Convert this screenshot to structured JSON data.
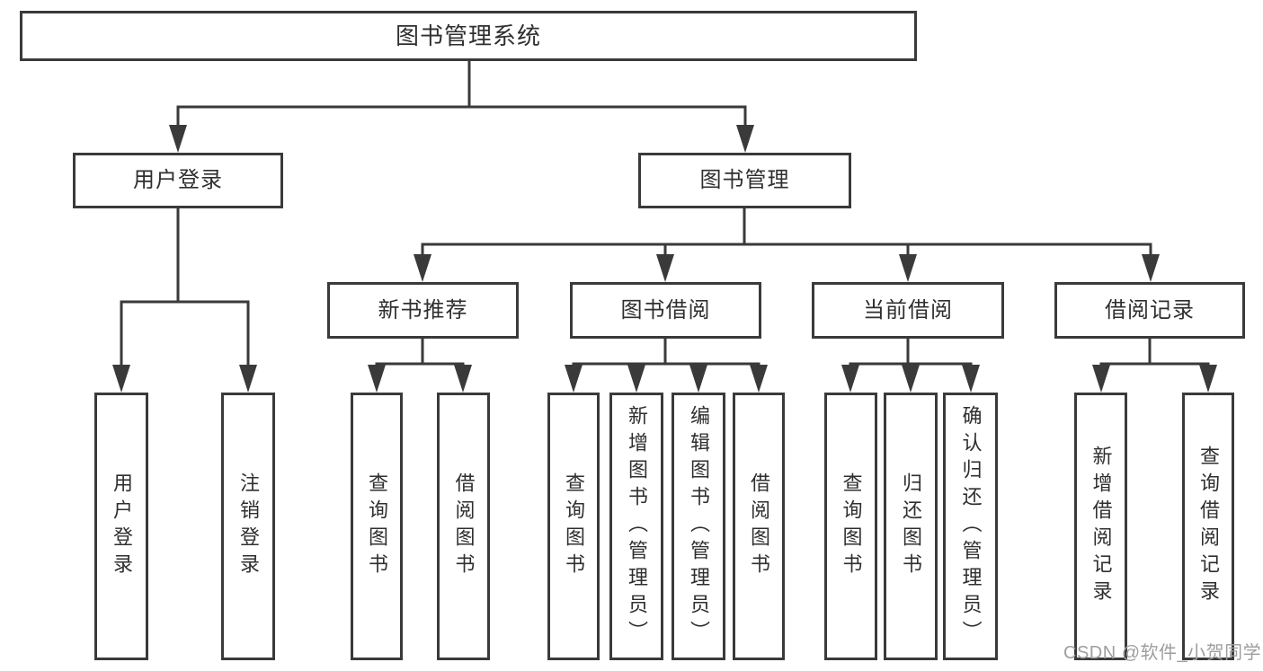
{
  "diagram_type": "hierarchy-tree",
  "watermark": "CSDN @软件_小贺同学",
  "colors": {
    "line": "#3a3a3a",
    "box_border": "#3a3a3a",
    "text": "#2f2f2f",
    "watermark_text": "#9e9e9e",
    "background": "#ffffff"
  },
  "tree": {
    "label": "图书管理系统",
    "children": [
      {
        "label": "用户登录",
        "children": [
          {
            "label": "用户登录"
          },
          {
            "label": "注销登录"
          }
        ]
      },
      {
        "label": "图书管理",
        "children": [
          {
            "label": "新书推荐",
            "children": [
              {
                "label": "查询图书"
              },
              {
                "label": "借阅图书"
              }
            ]
          },
          {
            "label": "图书借阅",
            "children": [
              {
                "label": "查询图书"
              },
              {
                "label": "新增图书（管理员）"
              },
              {
                "label": "编辑图书（管理员）"
              },
              {
                "label": "借阅图书"
              }
            ]
          },
          {
            "label": "当前借阅",
            "children": [
              {
                "label": "查询图书"
              },
              {
                "label": "归还图书"
              },
              {
                "label": "确认归还（管理员）"
              }
            ]
          },
          {
            "label": "借阅记录",
            "children": [
              {
                "label": "新增借阅记录"
              },
              {
                "label": "查询借阅记录"
              }
            ]
          }
        ]
      }
    ]
  }
}
